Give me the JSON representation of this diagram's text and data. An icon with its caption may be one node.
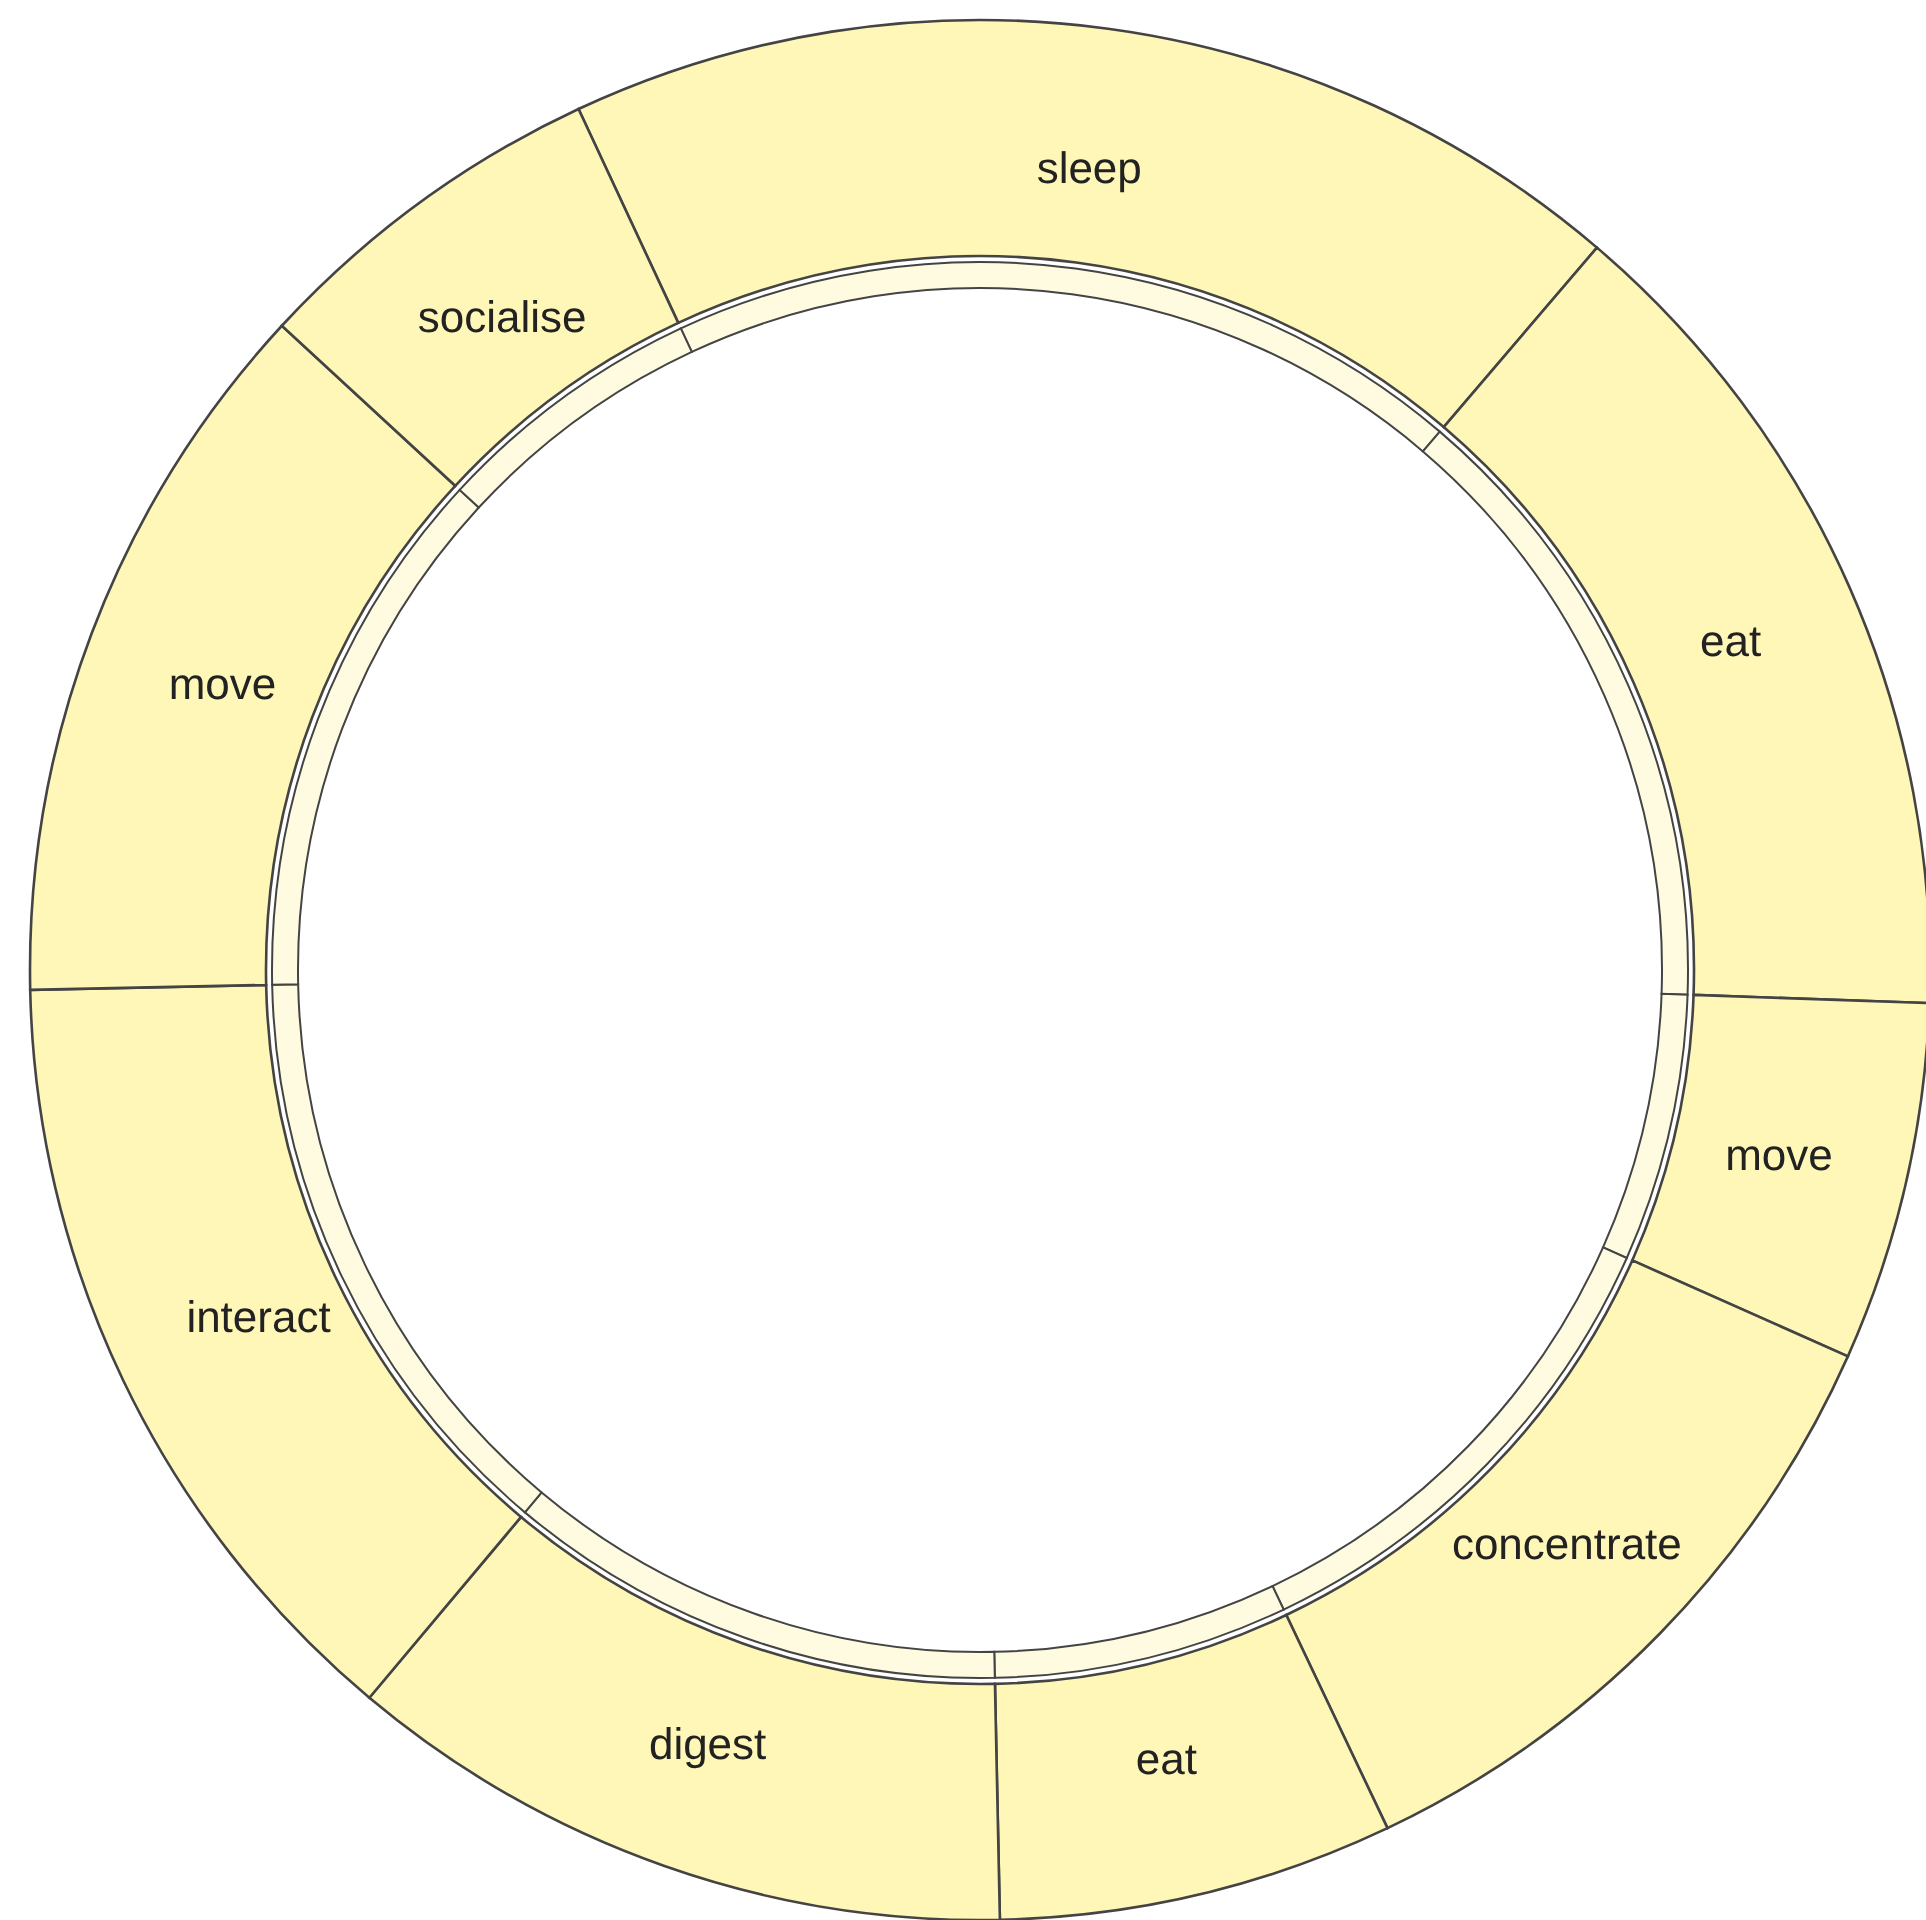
{
  "diagram": {
    "nodes": [
      {
        "text": [
          "sleep"
        ]
      },
      {
        "text": [
          "eat"
        ]
      },
      {
        "text": [
          "move"
        ]
      },
      {
        "text": [
          "concentrate"
        ]
      },
      {
        "text": [
          "eat"
        ]
      },
      {
        "text": [
          "digest"
        ]
      },
      {
        "text": [
          "interact"
        ]
      },
      {
        "text": [
          "move"
        ]
      },
      {
        "text": [
          "socialise"
        ]
      }
    ]
  }
}
